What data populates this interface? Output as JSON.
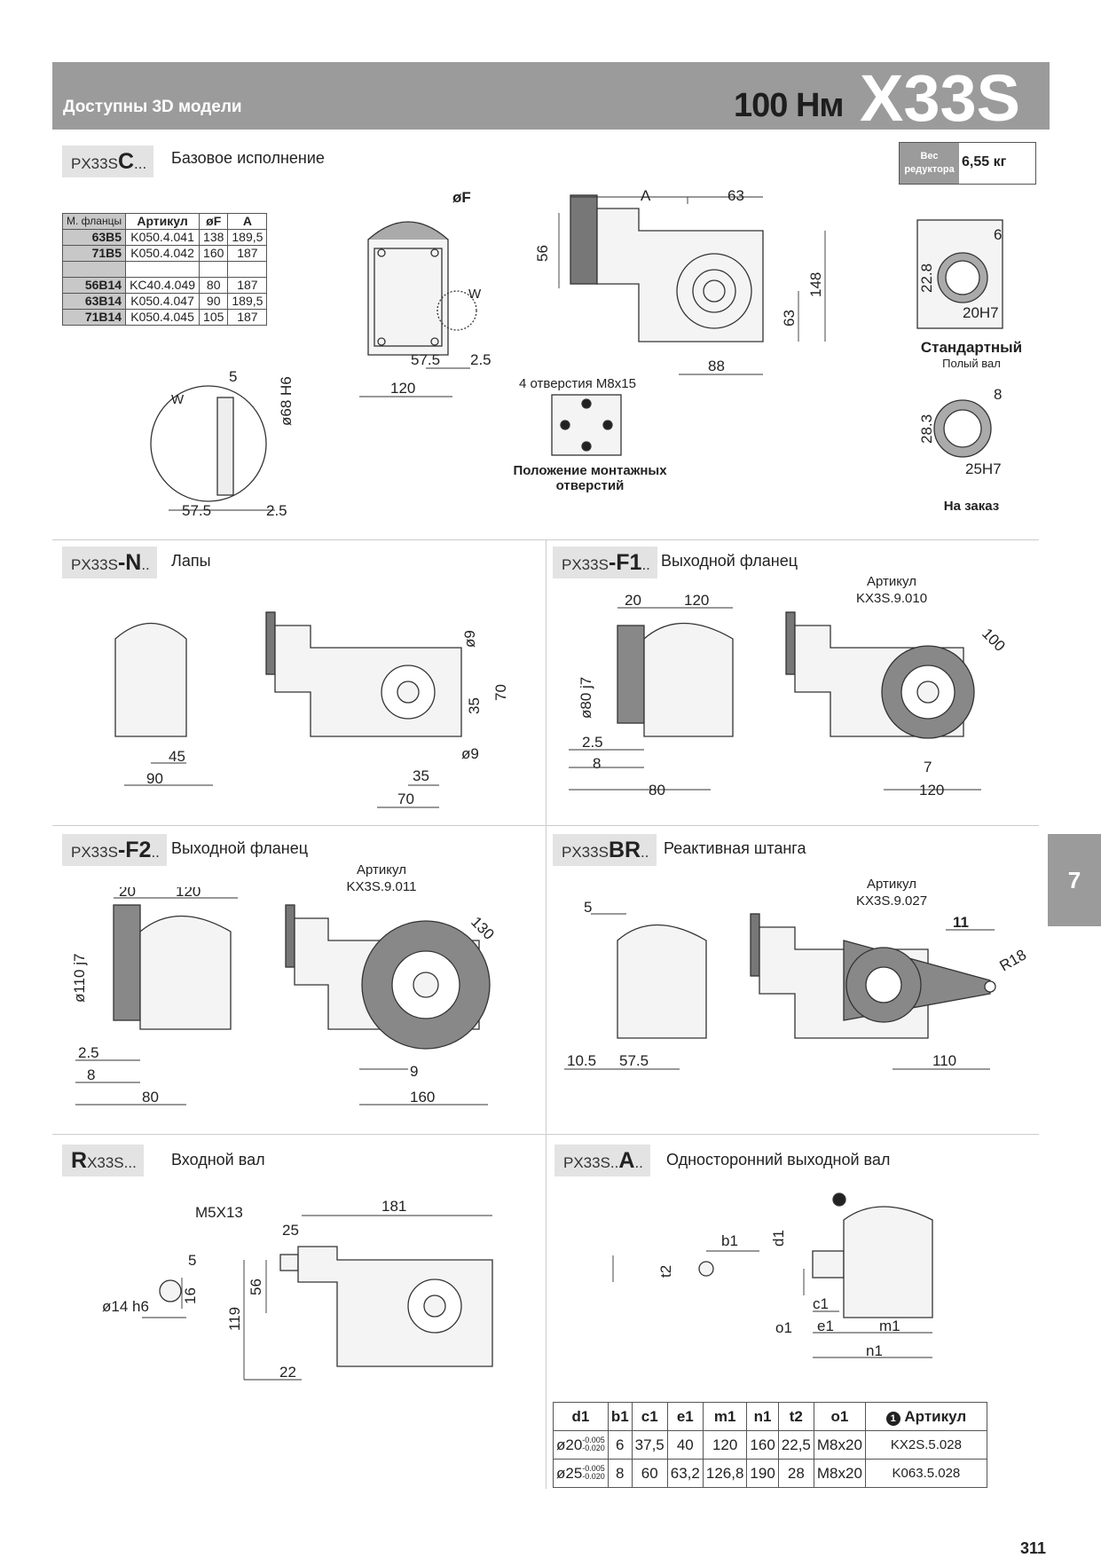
{
  "banner": {
    "subtitle": "Доступны 3D модели",
    "torque": "100 Нм",
    "model": "X33S",
    "bg": "#9b9b9b"
  },
  "weight": {
    "label": "Вес редуктора",
    "value": "6,55 кг"
  },
  "sections": {
    "base": {
      "prefix": "PX33S",
      "code": "C",
      "suffix": "...",
      "desc": "Базовое исполнение"
    },
    "n": {
      "prefix": "PX33S",
      "code": "-N",
      "suffix": "..",
      "desc": "Лапы"
    },
    "f1": {
      "prefix": "PX33S",
      "code": "-F1",
      "suffix": "..",
      "desc": "Выходной фланец"
    },
    "f2": {
      "prefix": "PX33S",
      "code": "-F2",
      "suffix": "..",
      "desc": "Выходной фланец"
    },
    "br": {
      "prefix": "PX33S",
      "code": "BR",
      "suffix": "..",
      "desc": "Реактивная штанга"
    },
    "r": {
      "code": "R",
      "prefix": "X33S...",
      "desc": "Входной вал"
    },
    "a": {
      "prefix": "PX33S..",
      "code": "A",
      "suffix": "..",
      "desc": "Односторонний выходной вал"
    }
  },
  "flange_table": {
    "headers": [
      "М. фланцы",
      "Артикул",
      "øF",
      "A"
    ],
    "rows": [
      [
        "63B5",
        "K050.4.041",
        "138",
        "189,5"
      ],
      [
        "71B5",
        "K050.4.042",
        "160",
        "187"
      ],
      [
        "",
        "",
        "",
        ""
      ],
      [
        "56B14",
        "KC40.4.049",
        "80",
        "187"
      ],
      [
        "63B14",
        "K050.4.047",
        "90",
        "189,5"
      ],
      [
        "71B14",
        "K050.4.045",
        "105",
        "187"
      ]
    ]
  },
  "base_drawing": {
    "dims": {
      "a": "A",
      "d63": "63",
      "d56": "56",
      "d148": "148",
      "d63v": "63",
      "d88": "88",
      "phiF": "øF",
      "w": "W",
      "d575": "57.5",
      "d25": "2.5",
      "d120": "120",
      "d5": "5",
      "phi68": "ø68 H6",
      "d575b": "57.5",
      "d25b": "2.5",
      "w2": "W"
    },
    "holes_label": "4 отверстия M8x15",
    "mount_label": "Положение монтажных отверстий",
    "shaft_std": {
      "title": "Стандартный",
      "sub": "Полый вал",
      "b": "6",
      "t": "22.8",
      "d": "20H7"
    },
    "shaft_order": {
      "title": "На заказ",
      "b": "8",
      "t": "28.3",
      "d": "25H7"
    }
  },
  "n_drawing": {
    "dims": {
      "d45": "45",
      "d90": "90",
      "phi9a": "ø9",
      "d35": "35",
      "d70": "70",
      "phi9b": "ø9",
      "d35b": "35",
      "d70b": "70"
    }
  },
  "f1_drawing": {
    "art_label": "Артикул",
    "art": "KX3S.9.010",
    "dims": {
      "d20": "20",
      "d120": "120",
      "phi80": "ø80 j7",
      "d25": "2.5",
      "d8": "8",
      "d80": "80",
      "d100": "100",
      "d7": "7",
      "d120b": "120"
    }
  },
  "f2_drawing": {
    "art_label": "Артикул",
    "art": "KX3S.9.011",
    "dims": {
      "d20": "20",
      "d120": "120",
      "phi110": "ø110 j7",
      "d25": "2.5",
      "d8": "8",
      "d80": "80",
      "d130": "130",
      "d9": "9",
      "d160": "160"
    }
  },
  "br_drawing": {
    "art_label": "Артикул",
    "art": "KX3S.9.027",
    "dims": {
      "d5": "5",
      "d105": "10.5",
      "d575": "57.5",
      "d11": "11",
      "r18": "R18",
      "d110": "110"
    }
  },
  "r_drawing": {
    "dims": {
      "m5": "M5X13",
      "d181": "181",
      "d25": "25",
      "d5": "5",
      "d16": "16",
      "phi14": "ø14 h6",
      "d56": "56",
      "d119": "119",
      "d22": "22"
    }
  },
  "a_drawing": {
    "dims": {
      "b1": "b1",
      "t2": "t2",
      "d1": "d1",
      "c1": "c1",
      "o1": "o1",
      "e1": "e1",
      "m1": "m1",
      "n1": "n1",
      "marker": "1"
    }
  },
  "shaft_table": {
    "headers": [
      "d1",
      "b1",
      "c1",
      "e1",
      "m1",
      "n1",
      "t2",
      "o1",
      "Артикул"
    ],
    "marker": "1",
    "rows": [
      {
        "d1": "ø20",
        "tol_up": "-0.005",
        "tol_dn": "-0.020",
        "b1": "6",
        "c1": "37,5",
        "e1": "40",
        "m1": "120",
        "n1": "160",
        "t2": "22,5",
        "o1": "M8x20",
        "art": "KX2S.5.028"
      },
      {
        "d1": "ø25",
        "tol_up": "-0.005",
        "tol_dn": "-0.020",
        "b1": "8",
        "c1": "60",
        "e1": "63,2",
        "m1": "126,8",
        "n1": "190",
        "t2": "28",
        "o1": "M8x20",
        "art": "K063.5.028"
      }
    ]
  },
  "side_tab": "7",
  "page_number": "311"
}
